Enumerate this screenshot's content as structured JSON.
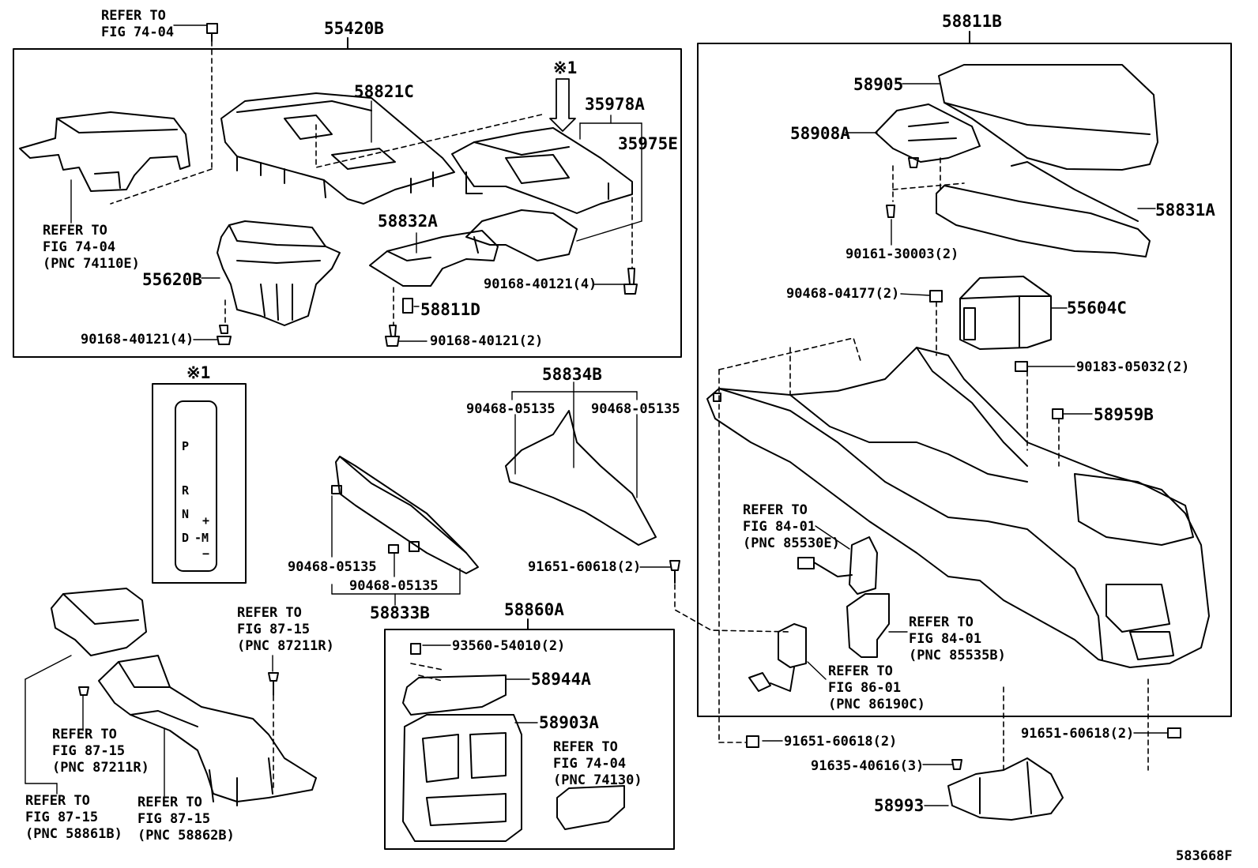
{
  "diagram_id": "583668F",
  "mark": "※1",
  "groups": {
    "g55420B": "55420B",
    "g58811B": "58811B",
    "g58860A": "58860A",
    "g58834B": "58834B",
    "g58833B": "58833B"
  },
  "parts": {
    "p58821C": "58821C",
    "p35978A": "35978A",
    "p35975E": "35975E",
    "p58832A": "58832A",
    "p55620B": "55620B",
    "p58811D": "58811D",
    "b90168_4a": "90168-40121(4)",
    "b90168_4b": "90168-40121(4)",
    "b90168_2": "90168-40121(2)",
    "p58905": "58905",
    "p58908A": "58908A",
    "p58831A": "58831A",
    "b90161": "90161-30003(2)",
    "c90468_04177": "90468-04177(2)",
    "p55604C": "55604C",
    "c90183": "90183-05032(2)",
    "p58959B": "58959B",
    "c90468_a": "90468-05135",
    "c90468_b": "90468-05135",
    "c90468_c": "90468-05135",
    "c90468_d": "90468-05135",
    "s91651_a": "91651-60618(2)",
    "s91651_b": "91651-60618(2)",
    "s91651_c": "91651-60618(2)",
    "s93560": "93560-54010(2)",
    "p58944A": "58944A",
    "p58903A": "58903A",
    "b91635": "91635-40616(3)",
    "p58993": "58993"
  },
  "refs": {
    "r1": "REFER TO\nFIG 74-04",
    "r2": "REFER TO\nFIG 74-04\n(PNC 74110E)",
    "r3": "REFER TO\nFIG 87-15\n(PNC 87211R)",
    "r4": "REFER TO\nFIG 87-15\n(PNC 87211R)",
    "r5": "REFER TO\nFIG 87-15\n(PNC 58861B)",
    "r6": "REFER TO\nFIG 87-15\n(PNC 58862B)",
    "r7": "REFER TO\nFIG 74-04\n(PNC 74130)",
    "r8": "REFER TO\nFIG 84-01\n(PNC 85530E)",
    "r9": "REFER TO\nFIG 84-01\n(PNC 85535B)",
    "r10": "REFER TO\nFIG 86-01\n(PNC 86190C)"
  },
  "shift_pattern": {
    "p": "P",
    "r": "R",
    "n": "N",
    "d": "D",
    "plus": "+",
    "m": "-M",
    "minus": "−"
  }
}
